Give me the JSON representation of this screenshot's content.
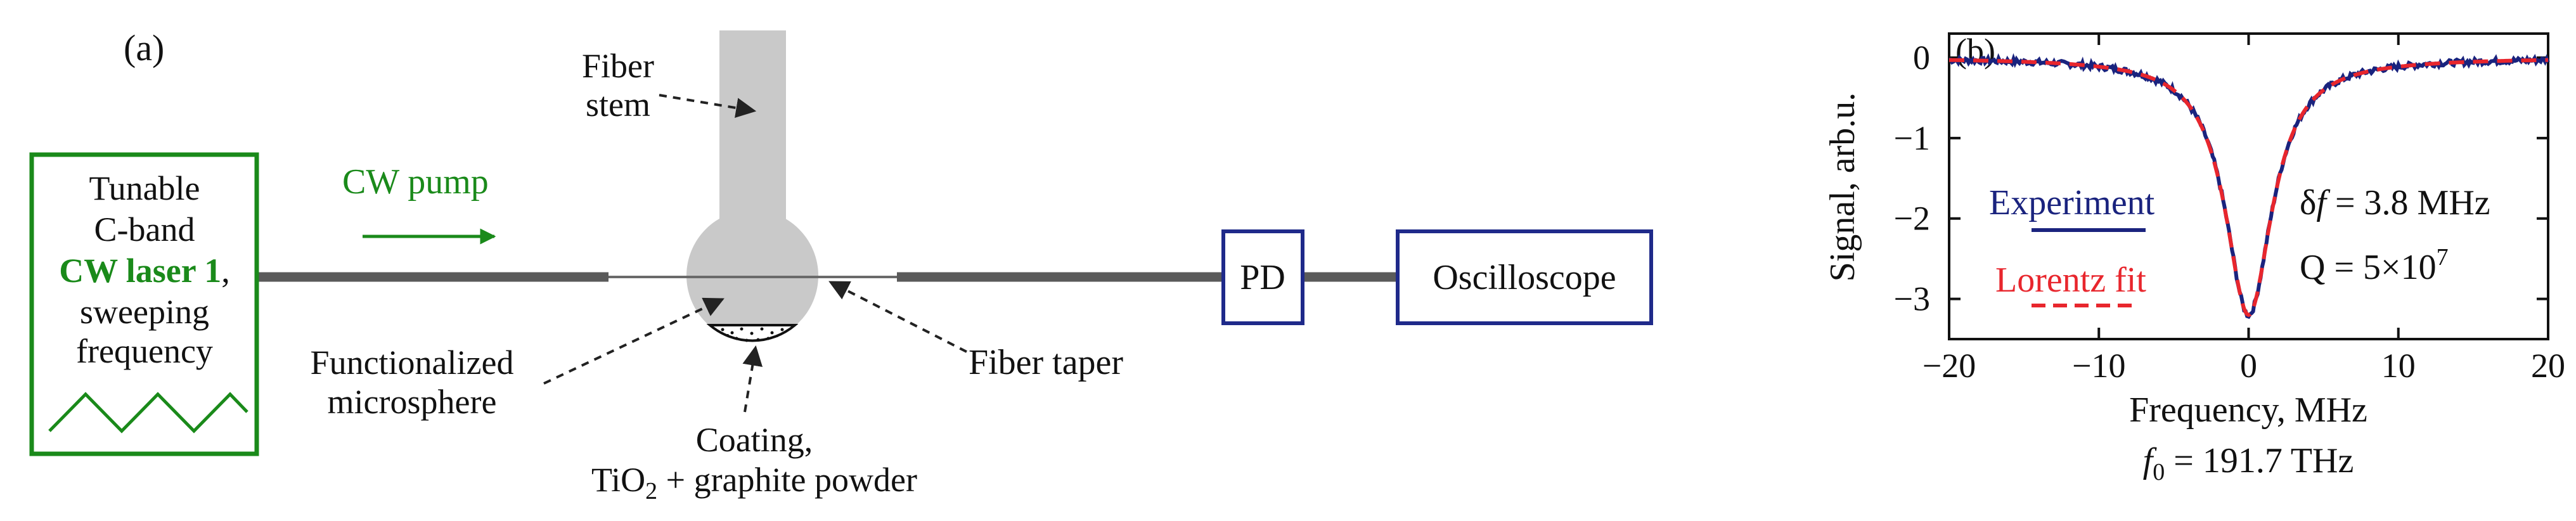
{
  "panel_a": {
    "label": "(a)",
    "laser": {
      "line1": "Tunable",
      "line2": "C-band",
      "line3_bold": "CW laser 1",
      "line3_suffix": ",",
      "line4": "sweeping",
      "line5": "frequency"
    },
    "cw_pump": "CW pump",
    "fiber_stem": [
      "Fiber",
      "stem"
    ],
    "functionalized": [
      "Functionalized",
      "microsphere"
    ],
    "coating": {
      "line1": "Coating,",
      "line2_a": "TiO",
      "line2_sub": "2",
      "line2_b": " + graphite powder"
    },
    "fiber_taper": "Fiber taper",
    "pd": "PD",
    "oscilloscope": "Oscilloscope",
    "colors": {
      "laser": "#1a8a1a",
      "box": "#1f2a8a",
      "fiber": "#5a5a5a",
      "sphere": "#c9c9c9"
    }
  },
  "panel_b": {
    "label": "(b)",
    "legend_experiment": "Experiment",
    "legend_fit": "Lorentz fit",
    "delta_f": {
      "symbol": "δ",
      "italic": "f",
      "rest": " = 3.8 MHz"
    },
    "q_factor": {
      "base": "Q = 5×10",
      "exp": "7"
    },
    "f0": {
      "italic": "f",
      "sub": "0",
      "rest": " = 191.7 THz"
    }
  },
  "chart_data": {
    "type": "line",
    "xlabel": "Frequency, MHz",
    "ylabel": "Signal, arb.u.",
    "xlim": [
      -20,
      20
    ],
    "ylim": [
      -3.5,
      0.3
    ],
    "xticks": [
      -20,
      -10,
      0,
      10,
      20
    ],
    "yticks": [
      0,
      -1,
      -2,
      -3
    ],
    "xtick_labels": [
      "−20",
      "−10",
      "0",
      "10",
      "20"
    ],
    "ytick_labels": [
      "0",
      "−1",
      "−2",
      "−3"
    ],
    "grid": false,
    "series": [
      {
        "name": "Experiment",
        "style": "solid",
        "color": "#1a237e",
        "lorentz": {
          "center": 0,
          "fwhm": 3.8,
          "depth": 3.2,
          "baseline": 0
        }
      },
      {
        "name": "Lorentz fit",
        "style": "dashed",
        "color": "#e8262d",
        "lorentz": {
          "center": 0,
          "fwhm": 3.8,
          "depth": 3.2,
          "baseline": 0
        }
      }
    ]
  }
}
